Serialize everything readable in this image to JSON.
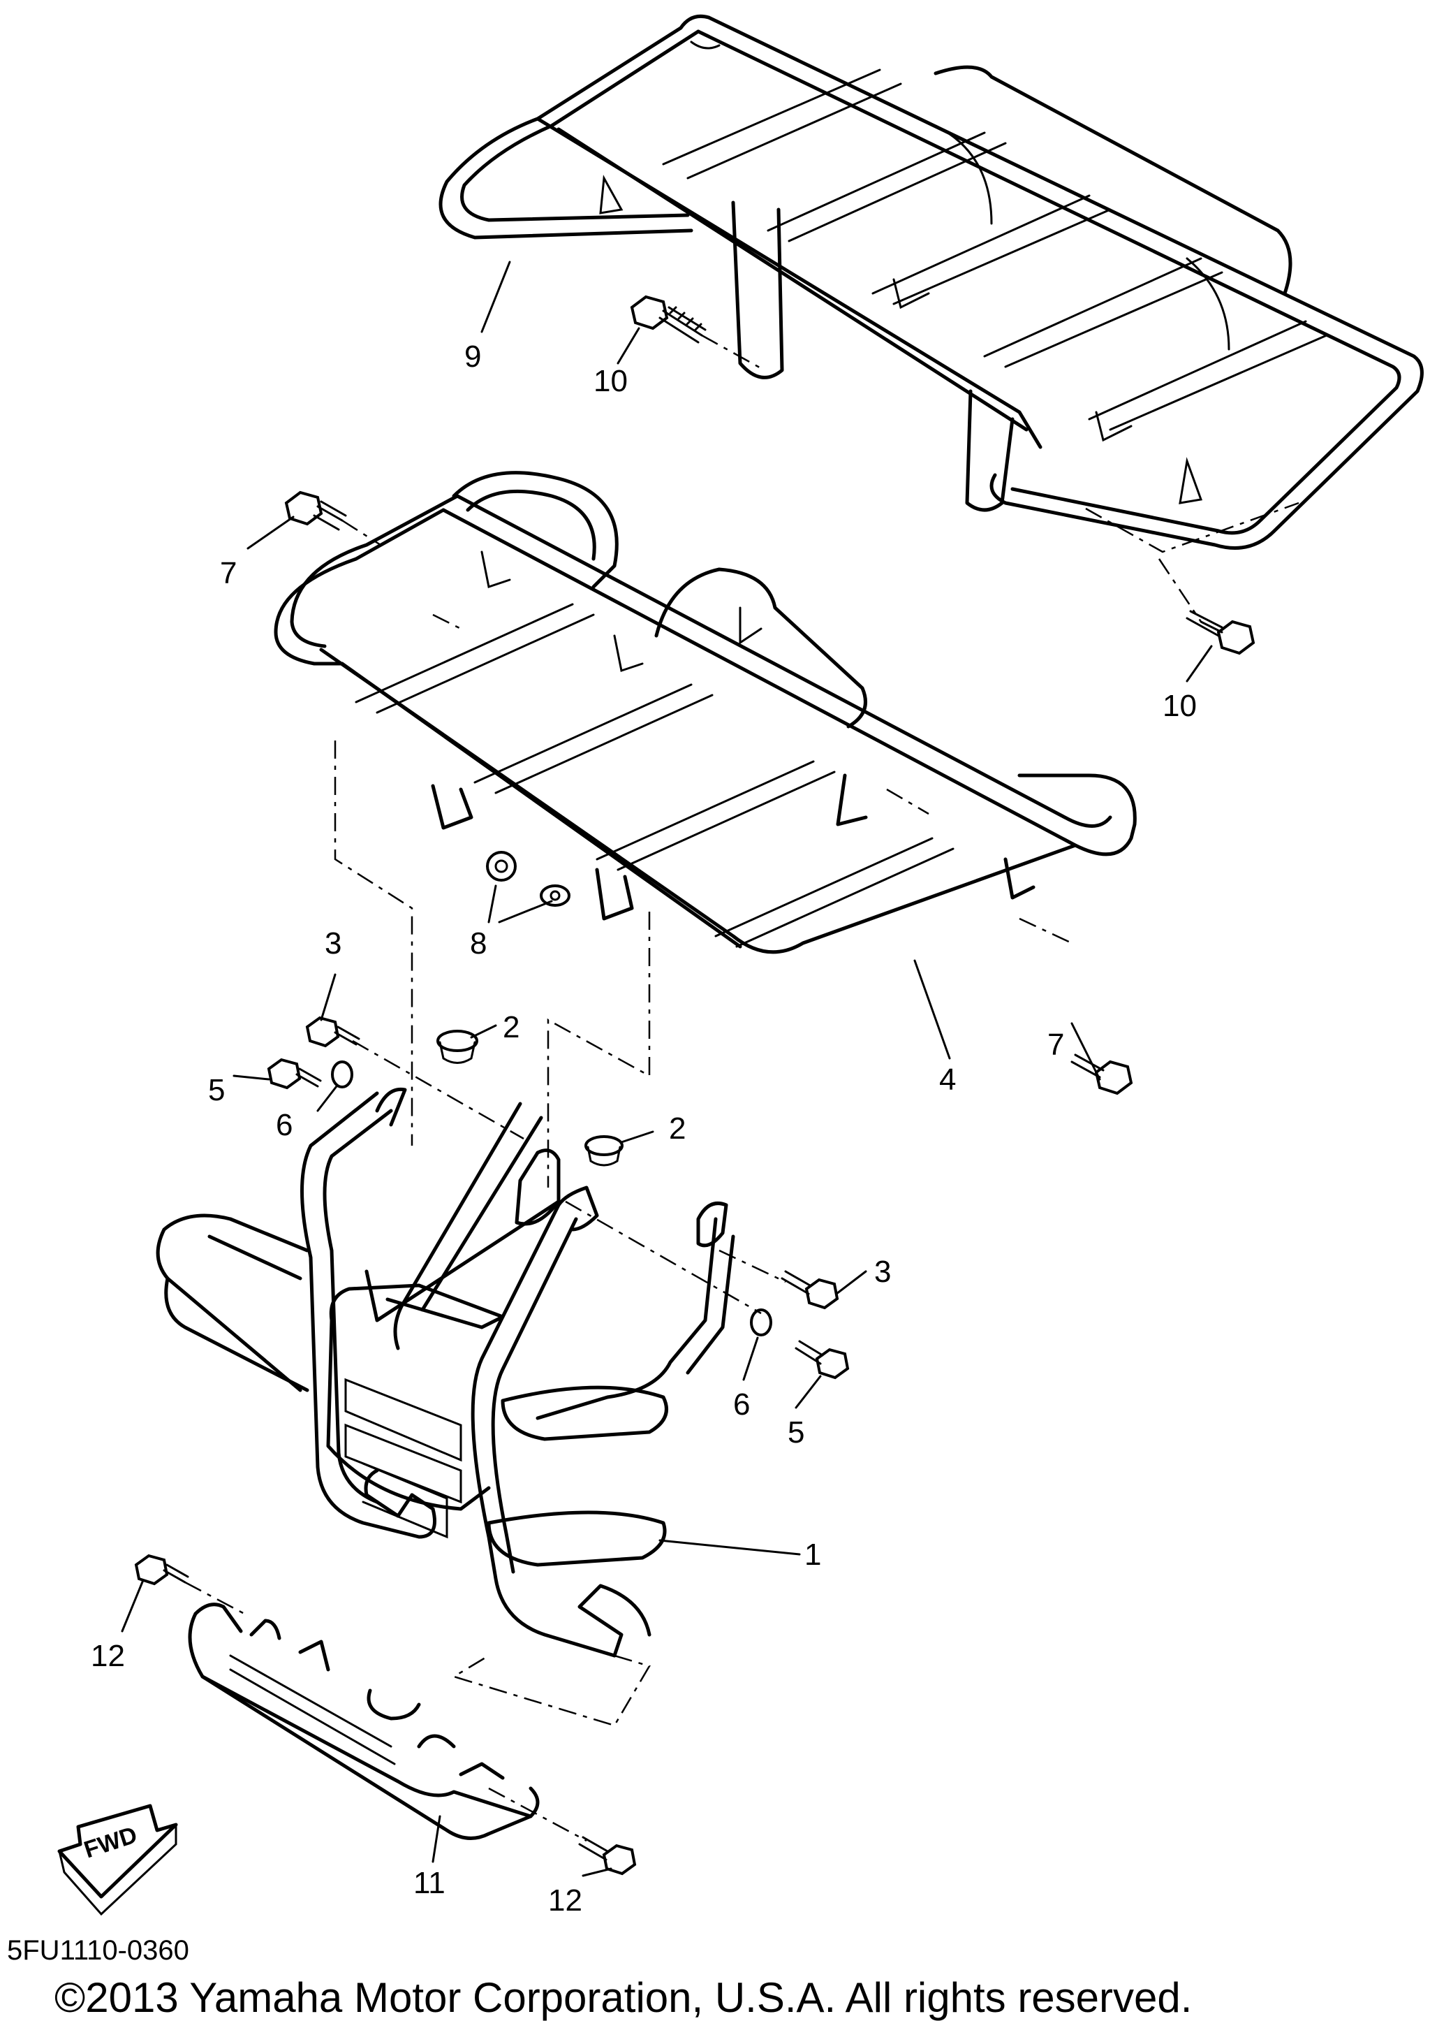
{
  "callouts": [
    {
      "id": "9",
      "label": "9"
    },
    {
      "id": "10a",
      "label": "10"
    },
    {
      "id": "10b",
      "label": "10"
    },
    {
      "id": "7a",
      "label": "7"
    },
    {
      "id": "7b",
      "label": "7"
    },
    {
      "id": "8",
      "label": "8"
    },
    {
      "id": "4",
      "label": "4"
    },
    {
      "id": "3a",
      "label": "3"
    },
    {
      "id": "3b",
      "label": "3"
    },
    {
      "id": "2a",
      "label": "2"
    },
    {
      "id": "2b",
      "label": "2"
    },
    {
      "id": "5a",
      "label": "5"
    },
    {
      "id": "5b",
      "label": "5"
    },
    {
      "id": "6a",
      "label": "6"
    },
    {
      "id": "6b",
      "label": "6"
    },
    {
      "id": "1",
      "label": "1"
    },
    {
      "id": "12a",
      "label": "12"
    },
    {
      "id": "12b",
      "label": "12"
    },
    {
      "id": "11",
      "label": "11"
    }
  ],
  "fwd_label": "FWD",
  "reference_code": "5FU1110-0360",
  "copyright": "©2013 Yamaha Motor Corporation, U.S.A. All rights reserved."
}
